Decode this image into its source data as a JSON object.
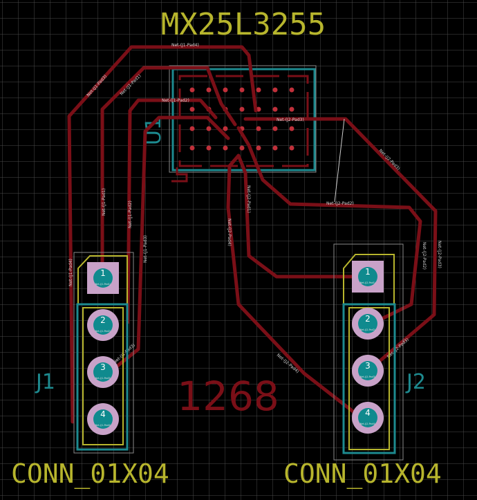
{
  "board": {
    "title": "MX25L3255",
    "value_label": "1268",
    "colors": {
      "background": "#000000",
      "grid": "#4a4a4a",
      "trace": "#7a0f17",
      "silk_yellow": "#b7b52d",
      "silk_cyan": "#1d8a8f",
      "pad": "#c8a2c8",
      "drill": "#0f8a8e",
      "courtyard": "#8a8a8a"
    }
  },
  "components": {
    "u1": {
      "ref": "U1"
    },
    "j1": {
      "ref": "J1",
      "silk_ref": "J1",
      "value": "CONN_01X04",
      "pads": [
        {
          "number": "1",
          "net": "Net-(J1-Pad1)"
        },
        {
          "number": "2",
          "net": "Net-(J1-Pad2)"
        },
        {
          "number": "3",
          "net": "Net-(J1-Pad3)"
        },
        {
          "number": "4",
          "net": "Net-(J1-Pad4)"
        }
      ]
    },
    "j2": {
      "ref": "J2",
      "silk_ref": "J2",
      "value": "CONN_01X04",
      "pads": [
        {
          "number": "1",
          "net": "Net-(J2-Pad1)"
        },
        {
          "number": "2",
          "net": "Net-(J2-Pad2)"
        },
        {
          "number": "3",
          "net": "Net-(J2-Pad3)"
        },
        {
          "number": "4",
          "net": "Net-(J2-Pad4)"
        }
      ]
    }
  },
  "nets": {
    "j1_pad1": "Net-(J1-Pad1)",
    "j1_pad2": "Net-(J1-Pad2)",
    "j1_pad3": "Net-(J1-Pad3)",
    "j1_pad4": "Net-(J1-Pad4)",
    "j2_pad1": "Net-(J2-Pad1)",
    "j2_pad2": "Net-(J2-Pad2)",
    "j2_pad3": "Net-(J2-Pad3)",
    "j2_pad4": "Net-(J2-Pad4)"
  }
}
